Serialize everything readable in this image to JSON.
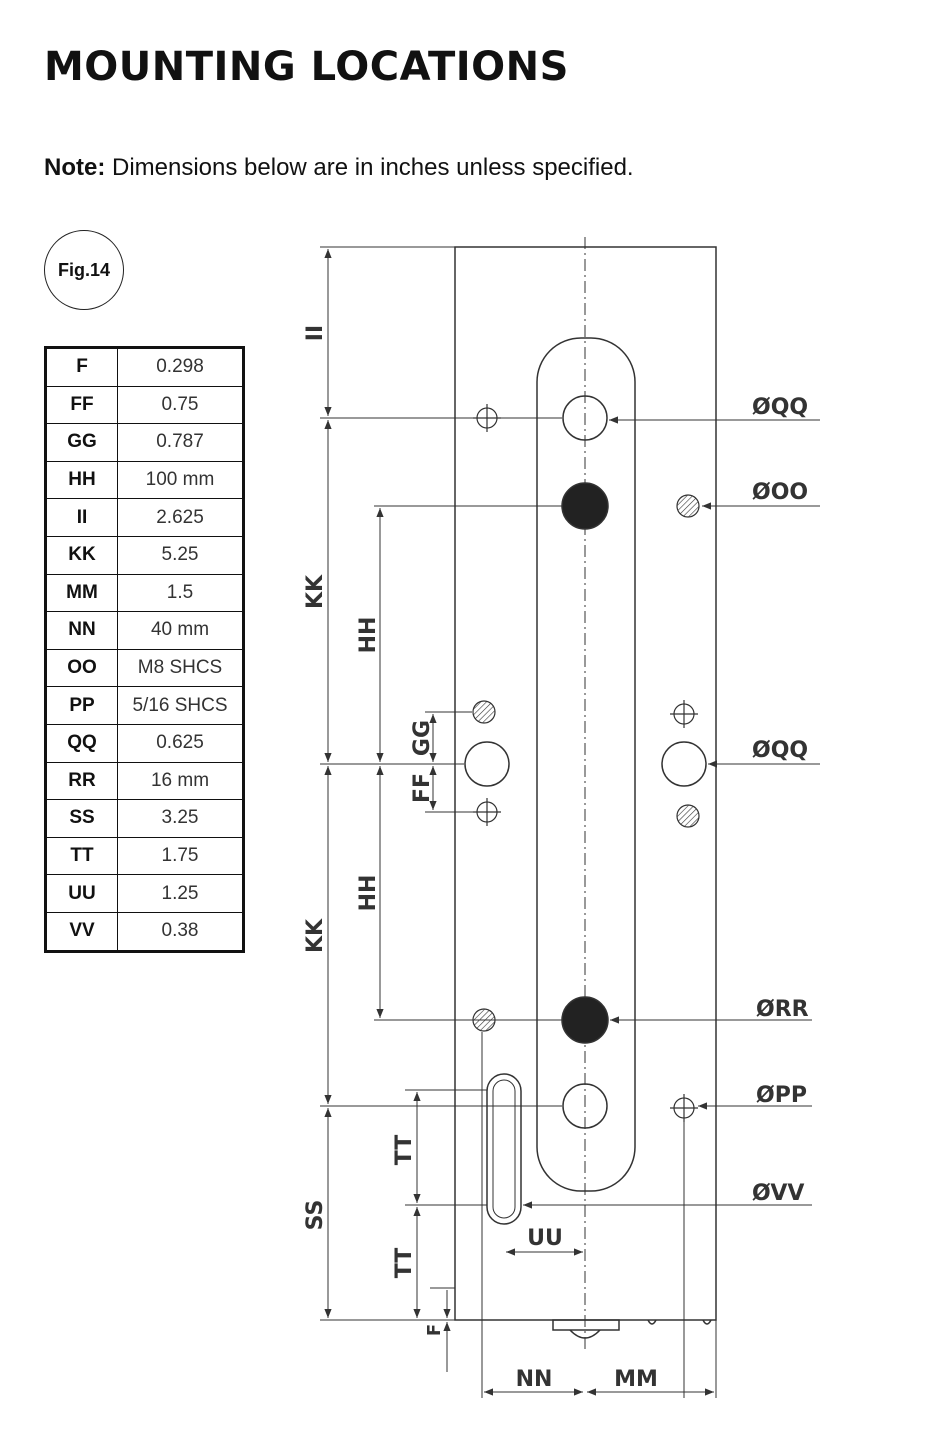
{
  "title": "MOUNTING LOCATIONS",
  "note": {
    "label": "Note:",
    "text": " Dimensions below are in inches unless specified."
  },
  "figure": {
    "label": "Fig.14"
  },
  "dimensions": [
    {
      "key": "F",
      "value": "0.298"
    },
    {
      "key": "FF",
      "value": "0.75"
    },
    {
      "key": "GG",
      "value": "0.787"
    },
    {
      "key": "HH",
      "value": "100 mm"
    },
    {
      "key": "II",
      "value": "2.625"
    },
    {
      "key": "KK",
      "value": "5.25"
    },
    {
      "key": "MM",
      "value": "1.5"
    },
    {
      "key": "NN",
      "value": "40 mm"
    },
    {
      "key": "OO",
      "value": "M8 SHCS"
    },
    {
      "key": "PP",
      "value": "5/16 SHCS"
    },
    {
      "key": "QQ",
      "value": "0.625"
    },
    {
      "key": "RR",
      "value": "16 mm"
    },
    {
      "key": "SS",
      "value": "3.25"
    },
    {
      "key": "TT",
      "value": "1.75"
    },
    {
      "key": "UU",
      "value": "1.25"
    },
    {
      "key": "VV",
      "value": "0.38"
    }
  ],
  "drawing_labels": {
    "ii": "II",
    "kk_upper": "KK",
    "kk_lower": "KK",
    "hh_upper": "HH",
    "hh_lower": "HH",
    "gg": "GG",
    "ff": "FF",
    "ss": "SS",
    "tt_upper": "TT",
    "tt_lower": "TT",
    "f": "F",
    "uu": "UU",
    "nn": "NN",
    "mm": "MM",
    "qq_upper": "ØQQ",
    "oo": "ØOO",
    "qq_middle": "ØQQ",
    "rr": "ØRR",
    "pp": "ØPP",
    "vv": "ØVV"
  },
  "colors": {
    "line": "#333333",
    "hole_fill_dark": "#222222",
    "border": "#111111"
  }
}
